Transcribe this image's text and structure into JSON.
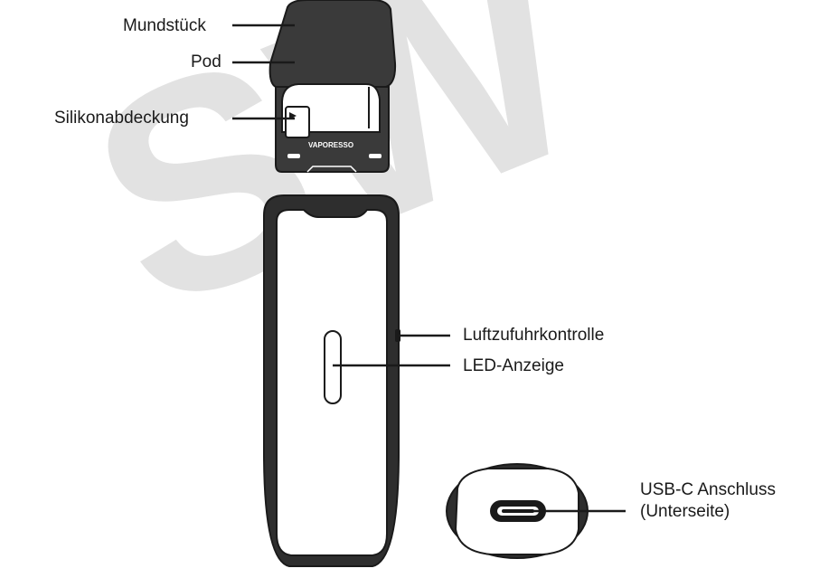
{
  "diagram": {
    "labels": {
      "mouthpiece": "Mundstück",
      "pod": "Pod",
      "silicone_cover": "Silikonabdeckung",
      "airflow_control": "Luftzufuhrkontrolle",
      "led_indicator": "LED-Anzeige",
      "usb_port_line1": "USB-C Anschluss",
      "usb_port_line2": "(Unterseite)"
    },
    "brand_text": "VAPORESSO",
    "watermark": "SW",
    "colors": {
      "line": "#1a1a1a",
      "pod_fill": "#3a3a3a",
      "device_fill": "#2e2e2e",
      "watermark": "#e2e2e2"
    }
  }
}
